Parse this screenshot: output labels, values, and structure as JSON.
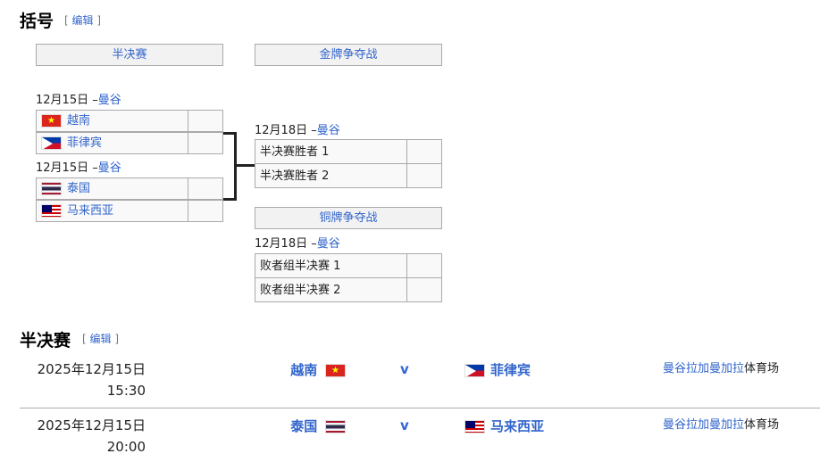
{
  "bracket": {
    "title": "括号",
    "edit_label": "编辑",
    "headers": {
      "semifinal": "半决赛",
      "gold": "金牌争夺战",
      "bronze": "铜牌争夺战"
    },
    "semi1": {
      "date": "12月15日 –",
      "venue": "曼谷",
      "teams": [
        "越南",
        "菲律宾"
      ]
    },
    "semi2": {
      "date": "12月15日 –",
      "venue": "曼谷",
      "teams": [
        "泰国",
        "马来西亚"
      ]
    },
    "gold_match": {
      "date": "12月18日 –",
      "venue": "曼谷",
      "teams": [
        "半决赛胜者 1",
        "半决赛胜者 2"
      ]
    },
    "bronze_match": {
      "date": "12月18日 –",
      "venue": "曼谷",
      "teams": [
        "败者组半决赛 1",
        "败者组半决赛 2"
      ]
    }
  },
  "semifinals": {
    "title": "半决赛",
    "edit_label": "编辑",
    "matches": [
      {
        "date": "2025年12月15日",
        "time": "15:30",
        "home": "越南",
        "vs": "v",
        "away": "菲律宾",
        "venue_link": "曼谷拉加曼加拉",
        "venue_rest": "体育场"
      },
      {
        "date": "2025年12月15日",
        "time": "20:00",
        "home": "泰国",
        "vs": "v",
        "away": "马来西亚",
        "venue_link": "曼谷拉加曼加拉",
        "venue_rest": "体育场"
      }
    ]
  }
}
